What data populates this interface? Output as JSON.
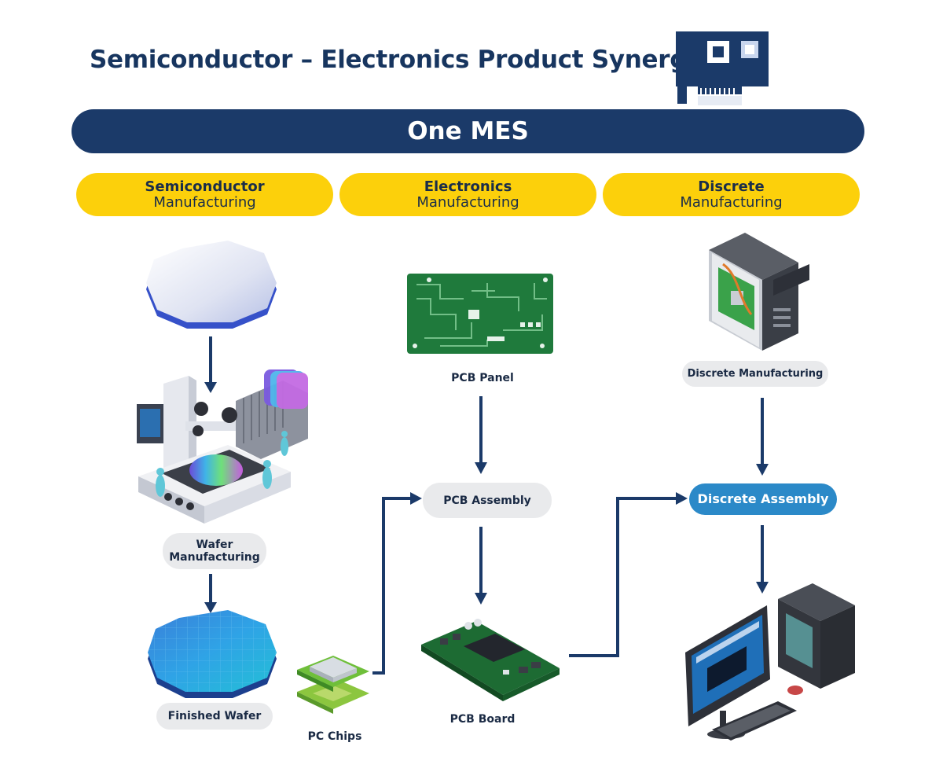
{
  "title": "Semiconductor – Electronics Product Synergy",
  "banner": "One MES",
  "categories": [
    {
      "line1": "Semiconductor",
      "line2": "Manufacturing"
    },
    {
      "line1": "Electronics",
      "line2": "Manufacturing"
    },
    {
      "line1": "Discrete",
      "line2": "Manufacturing"
    }
  ],
  "nodes": {
    "wafer_manufacturing": {
      "line1": "Wafer",
      "line2": "Manufacturing"
    },
    "finished_wafer": "Finished Wafer",
    "pc_chips": "PC Chips",
    "pcb_panel": "PCB Panel",
    "pcb_assembly": "PCB Assembly",
    "pcb_board": "PCB Board",
    "discrete_manufacturing": "Discrete Manufacturing",
    "discrete_assembly": "Discrete Assembly"
  },
  "colors": {
    "navy": "#1b3a69",
    "yellow": "#fcd00b",
    "pill_gray": "#e9eaec",
    "accent_blue": "#2b89c8",
    "pcb_green": "#1f7a3c"
  }
}
